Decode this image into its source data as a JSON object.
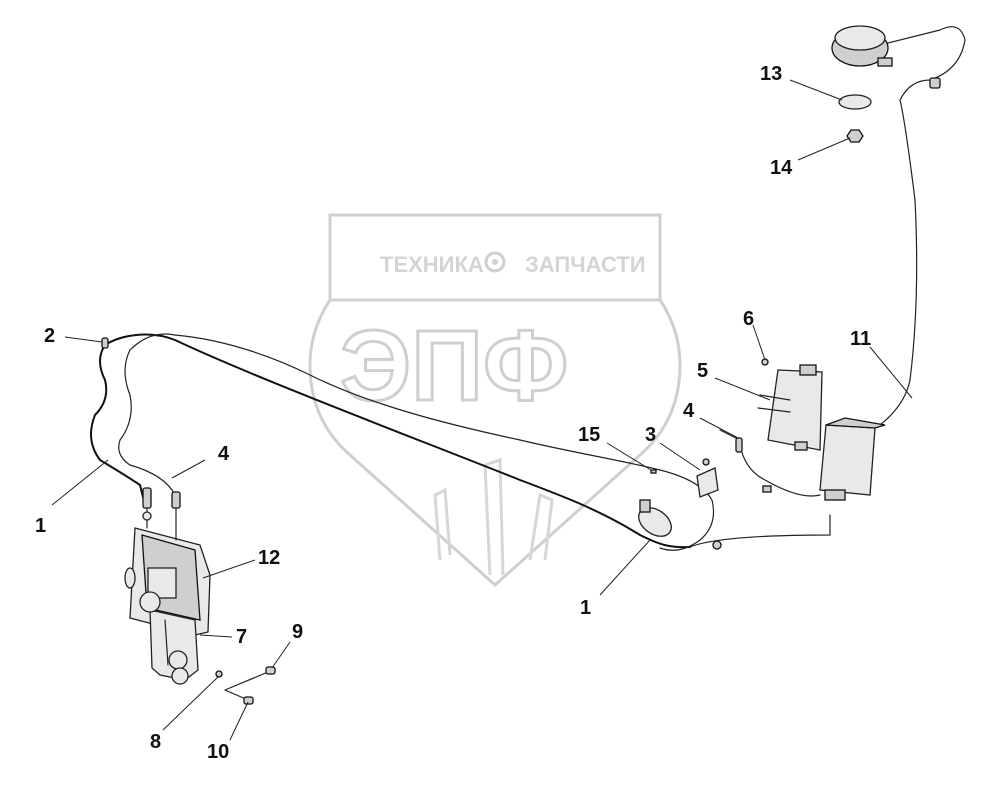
{
  "watermark": {
    "left_word": "ТЕХНИКА",
    "right_word": "ЗАПЧАСТИ",
    "emblem": "ЭПФ",
    "gear_icon": "gear-icon"
  },
  "callouts": {
    "c1a": "1",
    "c1b": "1",
    "c2": "2",
    "c3": "3",
    "c4a": "4",
    "c4b": "4",
    "c5": "5",
    "c6": "6",
    "c7": "7",
    "c8": "8",
    "c9": "9",
    "c10": "10",
    "c11": "11",
    "c12": "12",
    "c13": "13",
    "c14": "14",
    "c15": "15"
  }
}
